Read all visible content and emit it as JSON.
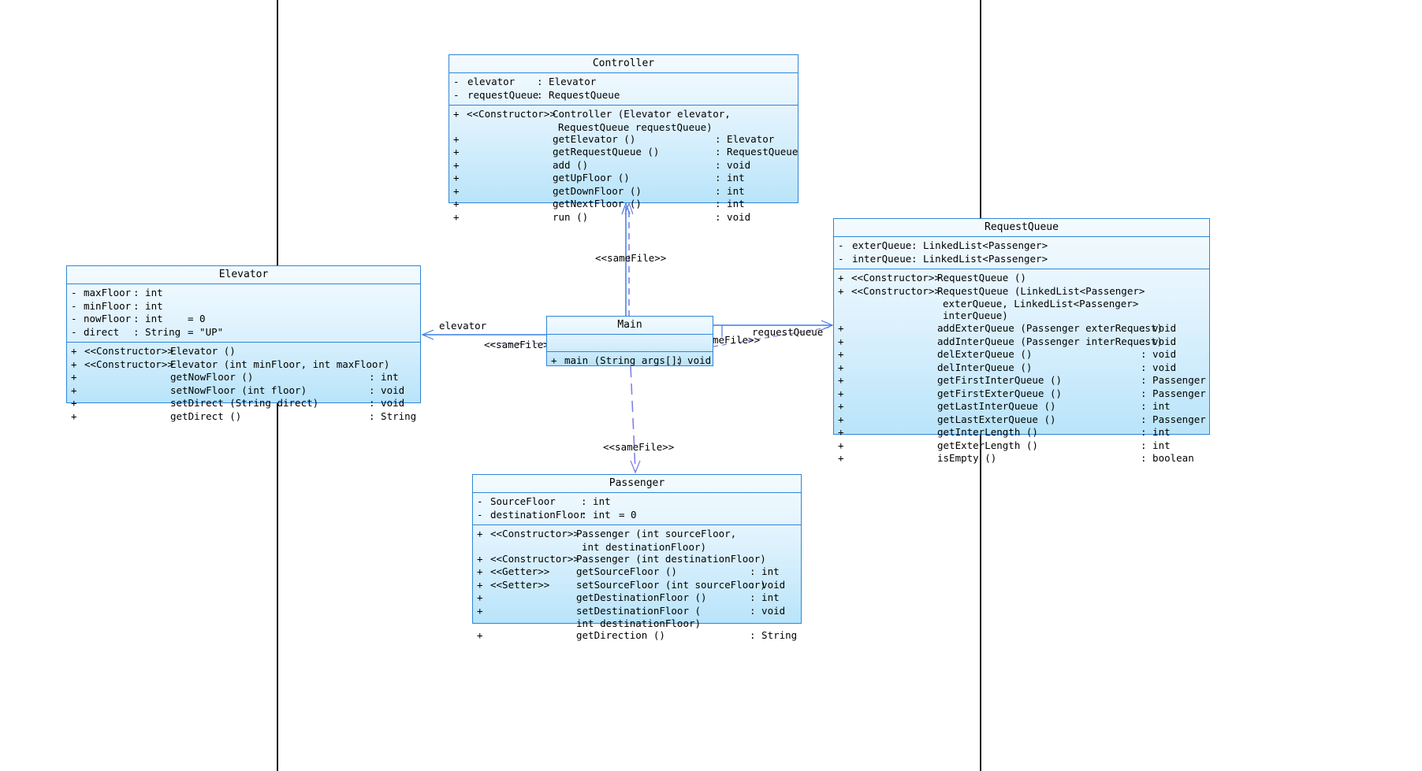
{
  "classes": {
    "controller": {
      "name": "Controller",
      "attributes": [
        {
          "vis": "-",
          "name": "elevator",
          "type": ": Elevator"
        },
        {
          "vis": "-",
          "name": "requestQueue",
          "type": ": RequestQueue"
        }
      ],
      "methods": [
        {
          "vis": "+",
          "stereo": "<<Constructor>>",
          "sig": "Controller (Elevator elevator,",
          "sig2": "RequestQueue requestQueue)",
          "ret": ""
        },
        {
          "vis": "+",
          "stereo": "",
          "sig": "getElevator ()",
          "ret": ": Elevator"
        },
        {
          "vis": "+",
          "stereo": "",
          "sig": "getRequestQueue ()",
          "ret": ": RequestQueue"
        },
        {
          "vis": "+",
          "stereo": "",
          "sig": "add ()",
          "ret": ": void"
        },
        {
          "vis": "+",
          "stereo": "",
          "sig": "getUpFloor ()",
          "ret": ": int"
        },
        {
          "vis": "+",
          "stereo": "",
          "sig": "getDownFloor ()",
          "ret": ": int"
        },
        {
          "vis": "+",
          "stereo": "",
          "sig": "getNextFloor ()",
          "ret": ": int"
        },
        {
          "vis": "+",
          "stereo": "",
          "sig": "run ()",
          "ret": ": void"
        }
      ]
    },
    "elevator": {
      "name": "Elevator",
      "attributes": [
        {
          "vis": "-",
          "name": "maxFloor",
          "type": ": int",
          "init": ""
        },
        {
          "vis": "-",
          "name": "minFloor",
          "type": ": int",
          "init": ""
        },
        {
          "vis": "-",
          "name": "nowFloor",
          "type": ": int",
          "init": "= 0"
        },
        {
          "vis": "-",
          "name": "direct",
          "type": ": String",
          "init": "= \"UP\""
        }
      ],
      "methods": [
        {
          "vis": "+",
          "stereo": "<<Constructor>>",
          "sig": "Elevator ()",
          "ret": ""
        },
        {
          "vis": "+",
          "stereo": "<<Constructor>>",
          "sig": "Elevator (int minFloor, int maxFloor)",
          "ret": ""
        },
        {
          "vis": "+",
          "stereo": "",
          "sig": "getNowFloor ()",
          "ret": ": int"
        },
        {
          "vis": "+",
          "stereo": "",
          "sig": "setNowFloor (int floor)",
          "ret": ": void"
        },
        {
          "vis": "+",
          "stereo": "",
          "sig": "setDirect (String direct)",
          "ret": ": void"
        },
        {
          "vis": "+",
          "stereo": "",
          "sig": "getDirect ()",
          "ret": ": String"
        }
      ]
    },
    "main": {
      "name": "Main",
      "methods": [
        {
          "vis": "+",
          "sig": "main (String args[])",
          "ret": ": void"
        }
      ]
    },
    "requestQueue": {
      "name": "RequestQueue",
      "attributes": [
        {
          "vis": "-",
          "name": "exterQueue",
          "type": ": LinkedList<Passenger>"
        },
        {
          "vis": "-",
          "name": "interQueue",
          "type": ": LinkedList<Passenger>"
        }
      ],
      "methods": [
        {
          "vis": "+",
          "stereo": "<<Constructor>>",
          "sig": "RequestQueue ()",
          "ret": ""
        },
        {
          "vis": "+",
          "stereo": "<<Constructor>>",
          "sig": "RequestQueue (LinkedList<Passenger>",
          "sig2": "exterQueue, LinkedList<Passenger>",
          "sig3": "interQueue)",
          "ret": ""
        },
        {
          "vis": "+",
          "stereo": "",
          "sig": "addExterQueue (Passenger exterRequest)",
          "ret": ": void"
        },
        {
          "vis": "+",
          "stereo": "",
          "sig": "addInterQueue (Passenger interRequest)",
          "ret": ": void"
        },
        {
          "vis": "+",
          "stereo": "",
          "sig": "delExterQueue ()",
          "ret": ": void"
        },
        {
          "vis": "+",
          "stereo": "",
          "sig": "delInterQueue ()",
          "ret": ": void"
        },
        {
          "vis": "+",
          "stereo": "",
          "sig": "getFirstInterQueue ()",
          "ret": ": Passenger"
        },
        {
          "vis": "+",
          "stereo": "",
          "sig": "getFirstExterQueue ()",
          "ret": ": Passenger"
        },
        {
          "vis": "+",
          "stereo": "",
          "sig": "getLastInterQueue ()",
          "ret": ": int"
        },
        {
          "vis": "+",
          "stereo": "",
          "sig": "getLastExterQueue ()",
          "ret": ": Passenger"
        },
        {
          "vis": "+",
          "stereo": "",
          "sig": "getInterLength ()",
          "ret": ": int"
        },
        {
          "vis": "+",
          "stereo": "",
          "sig": "getExterLength ()",
          "ret": ": int"
        },
        {
          "vis": "+",
          "stereo": "",
          "sig": "isEmpty ()",
          "ret": ": boolean"
        }
      ]
    },
    "passenger": {
      "name": "Passenger",
      "attributes": [
        {
          "vis": "-",
          "name": "SourceFloor",
          "type": ": int",
          "init": ""
        },
        {
          "vis": "-",
          "name": "destinationFloor",
          "type": ": int",
          "init": "= 0"
        }
      ],
      "methods": [
        {
          "vis": "+",
          "stereo": "<<Constructor>>",
          "sig": "Passenger (int sourceFloor,",
          "sig2": "int destinationFloor)",
          "ret": ""
        },
        {
          "vis": "+",
          "stereo": "<<Constructor>>",
          "sig": "Passenger (int destinationFloor)",
          "ret": ""
        },
        {
          "vis": "+",
          "stereo": "<<Getter>>",
          "sig": "getSourceFloor ()",
          "ret": ": int"
        },
        {
          "vis": "+",
          "stereo": "<<Setter>>",
          "sig": "setSourceFloor (int sourceFloor)",
          "ret": ": void"
        },
        {
          "vis": "+",
          "stereo": "",
          "sig": "getDestinationFloor ()",
          "ret": ": int"
        },
        {
          "vis": "+",
          "stereo": "",
          "sig": "setDestinationFloor (",
          "sig2": "int destinationFloor)",
          "ret": ": void"
        },
        {
          "vis": "+",
          "stereo": "",
          "sig": "getDirection ()",
          "ret": ": String"
        }
      ]
    }
  },
  "connectors": {
    "main_controller": "<<sameFile>>",
    "main_passenger": "<<sameFile>>",
    "main_elevator_stereo": "<<sameFile>>",
    "main_elevator_role": "elevator",
    "main_requestqueue_stereo": "meFile>>",
    "main_requestqueue_role": "requestQueue"
  },
  "colors": {
    "border": "#2f86d6",
    "fill_top": "#f4fbff",
    "fill_bottom": "#b9e4fa",
    "connector": "#3d7fe6",
    "dependency": "#7a7ae8"
  }
}
